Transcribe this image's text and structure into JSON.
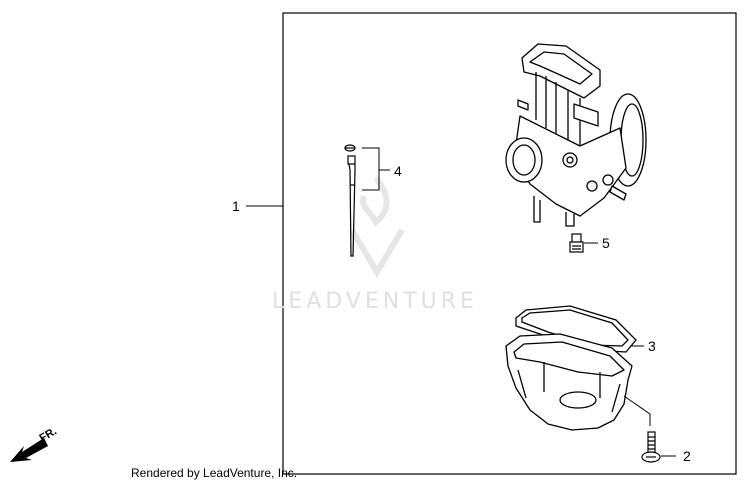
{
  "diagram": {
    "callouts": [
      {
        "id": "1",
        "label": "1"
      },
      {
        "id": "2",
        "label": "2"
      },
      {
        "id": "3",
        "label": "3"
      },
      {
        "id": "4",
        "label": "4"
      },
      {
        "id": "5",
        "label": "5"
      }
    ],
    "front_marker": "FR.",
    "watermark": "LEADVENTURE",
    "footer": "Rendered by LeadVenture, Inc."
  }
}
